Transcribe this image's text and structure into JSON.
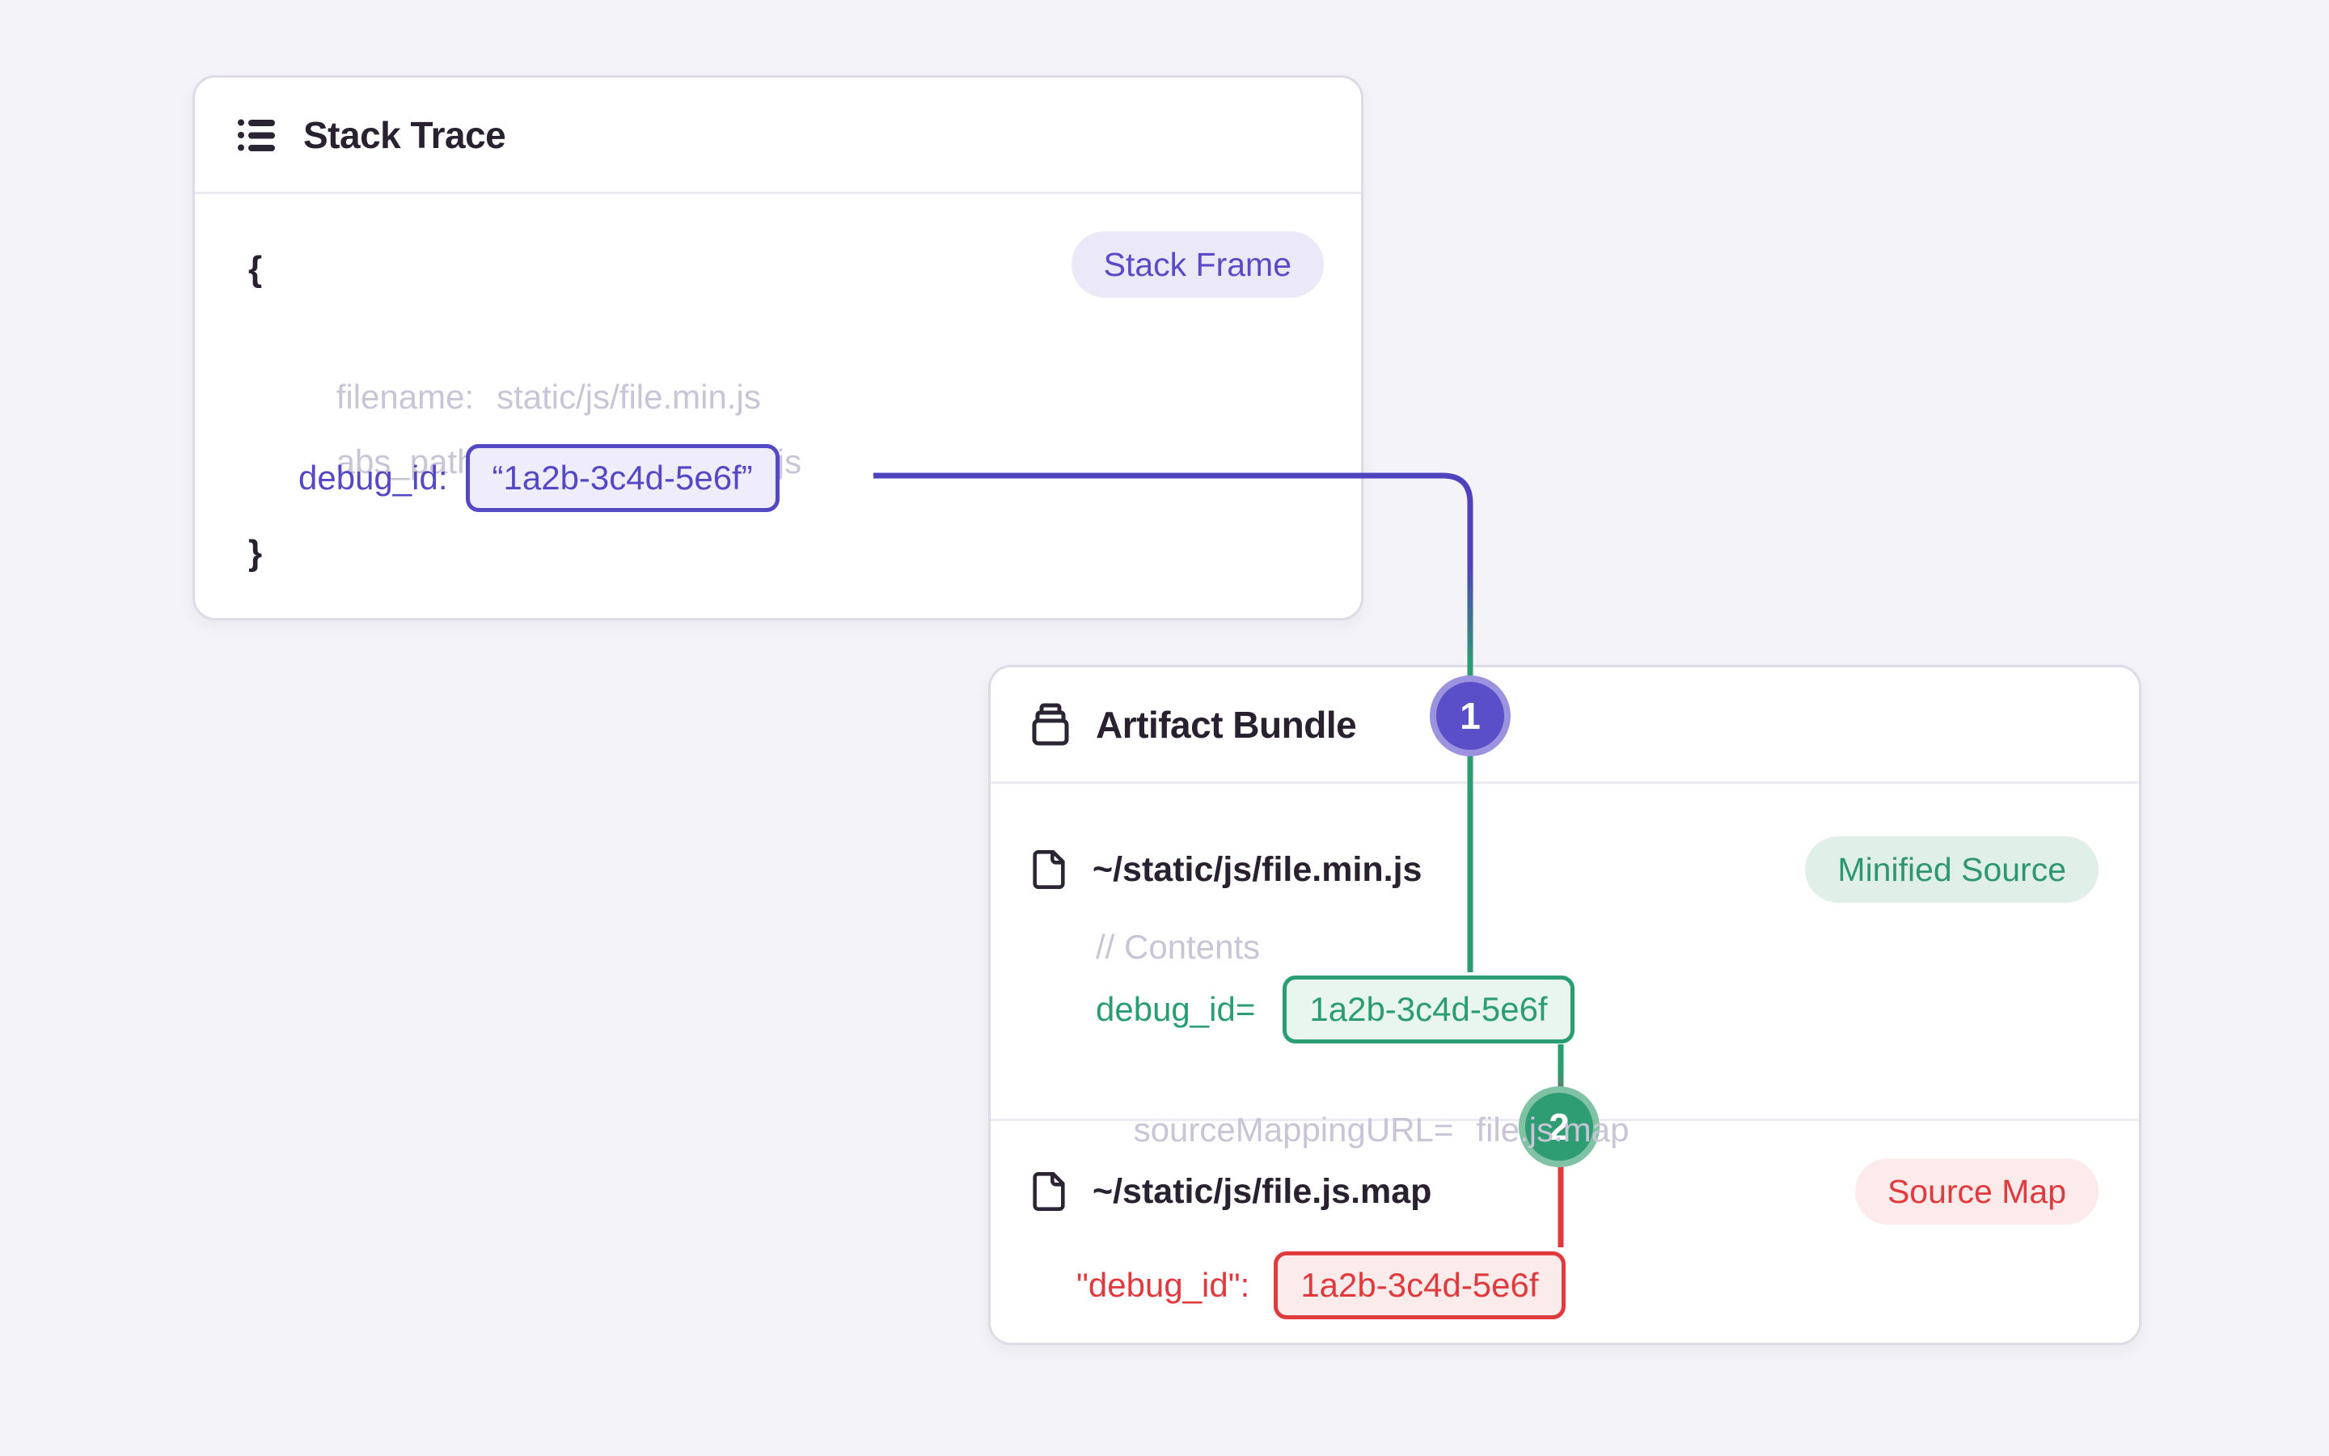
{
  "colors": {
    "page_bg": "#F4F3F7",
    "indigo": "#5548C5",
    "green": "#2A9D72",
    "red": "#E13A3E",
    "muted_text": "#C9C4D6",
    "dark_text": "#29212F"
  },
  "stack_trace": {
    "title": "Stack Trace",
    "badge": "Stack Frame",
    "brace_open": "{",
    "brace_close": "}",
    "fields": [
      {
        "label": "filename:",
        "value": "static/js/file.min.js"
      },
      {
        "label": "abs_path:",
        "value": "~/static/js/file.min.js"
      },
      {
        "label": "debug_id:",
        "value": "“1a2b-3c4d-5e6f”"
      }
    ]
  },
  "artifact_bundle": {
    "title": "Artifact Bundle",
    "files": [
      {
        "path": "~/static/js/file.min.js",
        "badge": "Minified Source",
        "comment": "// Contents",
        "debug_label": "debug_id=",
        "debug_value": "1a2b-3c4d-5e6f",
        "mapping_label": "sourceMappingURL=",
        "mapping_value": "file.js.map"
      },
      {
        "path": "~/static/js/file.js.map",
        "badge": "Source Map",
        "debug_label": "\"debug_id\":",
        "debug_value": "1a2b-3c4d-5e6f"
      }
    ]
  },
  "markers": {
    "one": "1",
    "two": "2"
  }
}
